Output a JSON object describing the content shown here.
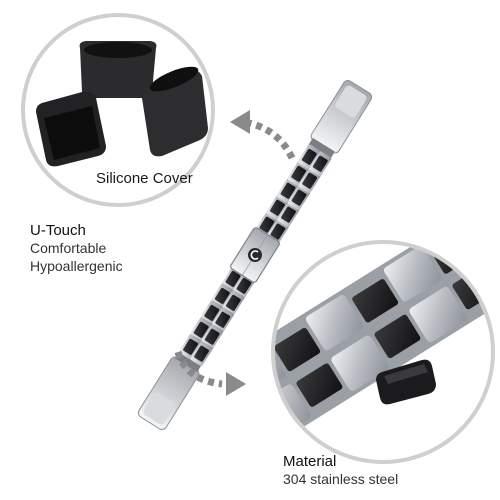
{
  "labels": {
    "silicone_cover": "Silicone Cover",
    "brand": "U-Touch",
    "feature_1": "Comfortable",
    "feature_2": "Hypoallergenic",
    "material_title": "Material",
    "material_value": "304 stainless steel"
  },
  "colors": {
    "steel": "#c9ccd1",
    "steel_dark": "#8d9198",
    "black_link": "#1e1e20",
    "circle_border": "#d0d0d0",
    "arrow": "#8a8a8a"
  },
  "icons": {
    "clasp_logo": "u-touch-logo"
  }
}
